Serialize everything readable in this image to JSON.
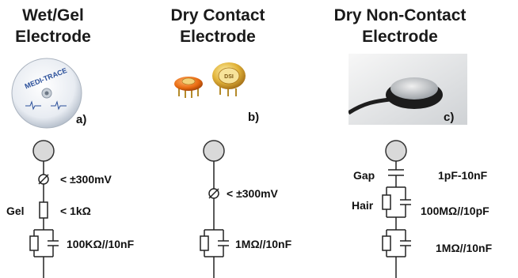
{
  "columns": [
    {
      "title_line1": "Wet/Gel",
      "title_line2": "Electrode",
      "tag": "a)"
    },
    {
      "title_line1": "Dry Contact",
      "title_line2": "Electrode",
      "tag": "b)"
    },
    {
      "title_line1": "Dry Non-Contact",
      "title_line2": "Electrode",
      "tag": "c)"
    }
  ],
  "photo_a": {
    "brand": "MEDI-TRACE"
  },
  "photo_b": {
    "brand": "DSI"
  },
  "circuit_a": {
    "offset": "< ±300mV",
    "gel_label": "Gel",
    "resistance": "< 1kΩ",
    "rc": "100KΩ//10nF"
  },
  "circuit_b": {
    "offset": "< ±300mV",
    "rc": "1MΩ//10nF"
  },
  "circuit_c": {
    "gap_label": "Gap",
    "gap_cap": "1pF-10nF",
    "hair_label": "Hair",
    "hair_rc": "100MΩ//10pF",
    "rc": "1MΩ//10nF"
  }
}
